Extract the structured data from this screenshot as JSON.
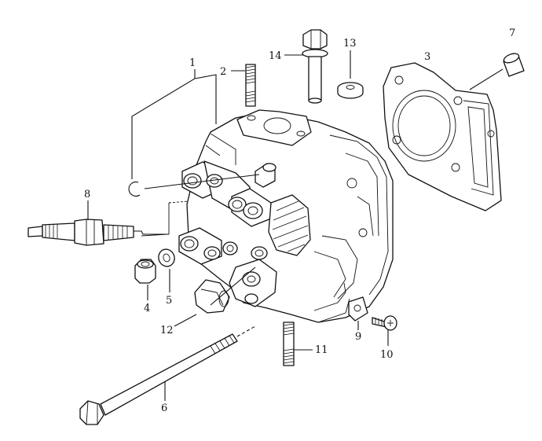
{
  "callouts": {
    "c1": "1",
    "c2": "2",
    "c3": "3",
    "c4": "4",
    "c5": "5",
    "c6": "6",
    "c7": "7",
    "c8": "8",
    "c9": "9",
    "c10": "10",
    "c11": "11",
    "c12": "12",
    "c13": "13",
    "c14": "14"
  },
  "parts": [
    {
      "id": "1",
      "name": "cylinder-head"
    },
    {
      "id": "2",
      "name": "stud-bolt"
    },
    {
      "id": "3",
      "name": "head-gasket"
    },
    {
      "id": "4",
      "name": "nut"
    },
    {
      "id": "5",
      "name": "washer"
    },
    {
      "id": "6",
      "name": "long-bolt"
    },
    {
      "id": "7",
      "name": "dowel-pin"
    },
    {
      "id": "8",
      "name": "spark-plug"
    },
    {
      "id": "9",
      "name": "clip-plate"
    },
    {
      "id": "10",
      "name": "screw"
    },
    {
      "id": "11",
      "name": "stud-bolt"
    },
    {
      "id": "12",
      "name": "rubber-cap"
    },
    {
      "id": "13",
      "name": "washer"
    },
    {
      "id": "14",
      "name": "bolt"
    }
  ]
}
